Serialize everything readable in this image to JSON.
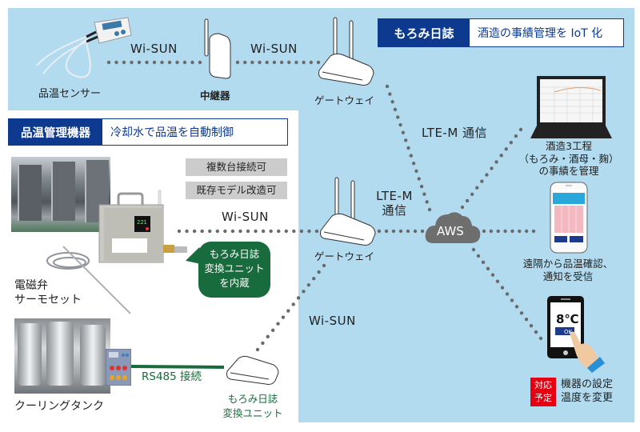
{
  "header": {
    "brand_label": "もろみ日誌",
    "tagline": "酒造の事績管理を IoT 化"
  },
  "device_section": {
    "title": "品温管理機器",
    "subtitle": "冷却水で品温を自動制御",
    "tags": [
      "複数台接続可",
      "既存モデル改造可"
    ],
    "bubble_lines": [
      "もろみ日誌",
      "変換ユニット",
      "を内蔵"
    ],
    "thermo_label_lines": [
      "電磁弁",
      "サーモセット"
    ],
    "tank_label": "クーリングタンク",
    "rs485_label": "RS485 接続",
    "converter_label_lines": [
      "もろみ日誌",
      "変換ユニット"
    ]
  },
  "network": {
    "sensor_label": "品温センサー",
    "repeater_label": "中継器",
    "gateway_label": "ゲートウェイ",
    "wisun_label": "Wi-SUN",
    "ltem_label": "LTE-M 通信",
    "ltem_label_lines": [
      "LTE-M",
      "通信"
    ],
    "cloud_label": "AWS"
  },
  "outputs": {
    "pc_label_lines": [
      "酒造3工程",
      "（もろみ・酒母・麹）",
      "の事績を管理"
    ],
    "phone_label_lines": [
      "遠隔から品温確認、",
      "通知を受信"
    ],
    "control_phone_temp": "8℃",
    "control_phone_button": "OK",
    "control_badge_lines": [
      "対応",
      "予定"
    ],
    "control_label_lines": [
      "機器の設定",
      "温度を変更"
    ]
  },
  "colors": {
    "background_blue": "#b2dbef",
    "navy": "#0d3a8f",
    "green": "#186b3c",
    "red_badge": "#e60012",
    "cloud_gray": "#6e6e6e",
    "dot_gray": "#6a6a6a"
  }
}
